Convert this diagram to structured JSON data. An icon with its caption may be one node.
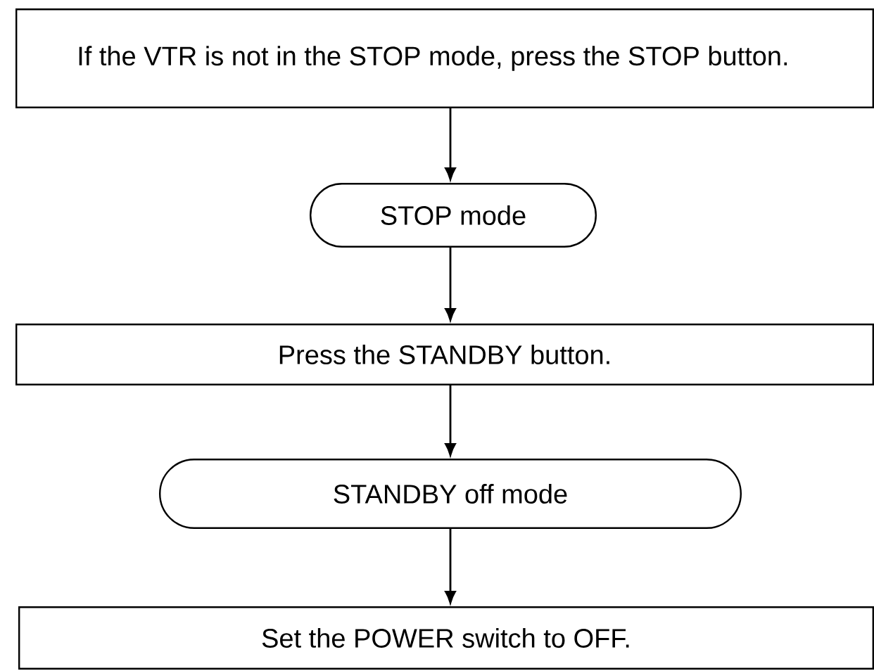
{
  "diagram": {
    "nodes": [
      {
        "text": [
          "If the VTR is not in the STOP mode, press the STOP button."
        ]
      },
      {
        "text": [
          "STOP mode"
        ]
      },
      {
        "text": [
          "Press the STANDBY button."
        ]
      },
      {
        "text": [
          "STANDBY off mode"
        ]
      },
      {
        "text": [
          "Set the POWER switch to OFF."
        ]
      }
    ],
    "edges": [
      {
        "from": 0,
        "to": 1,
        "arrow": "to"
      },
      {
        "from": 1,
        "to": 2,
        "arrow": "to"
      },
      {
        "from": 2,
        "to": 3,
        "arrow": "to"
      },
      {
        "from": 3,
        "to": 4,
        "arrow": "to"
      }
    ]
  }
}
